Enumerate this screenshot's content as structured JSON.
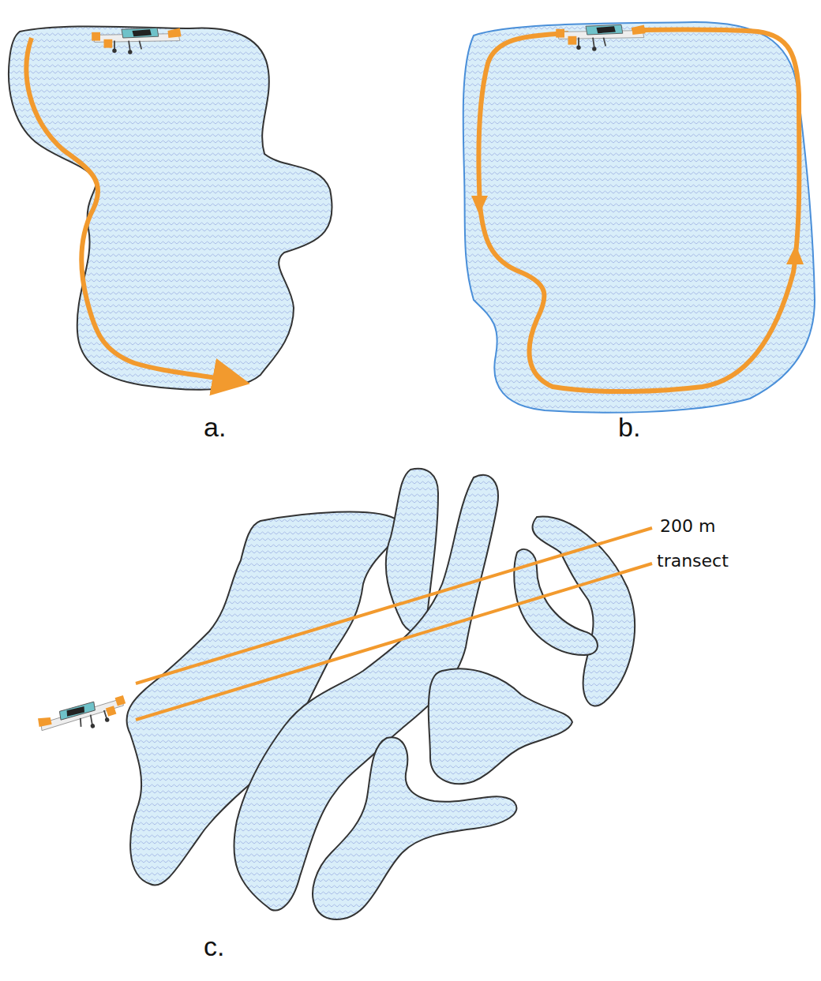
{
  "diagram": {
    "labels": [
      "a.",
      "b.",
      "c.",
      "200 m",
      "transect"
    ]
  }
}
